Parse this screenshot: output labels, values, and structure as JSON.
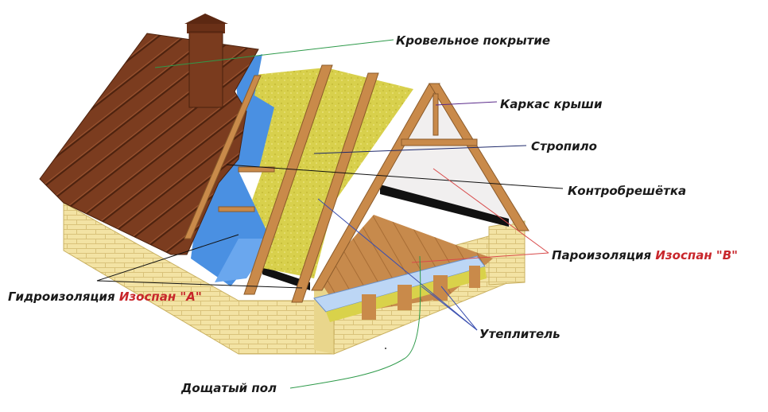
{
  "labels": {
    "roof_covering": "Кровельное покрытие",
    "roof_frame": "Каркас крыши",
    "rafter": "Стропило",
    "counter_batten": "Контробрешётка",
    "vapor_barrier_prefix": "Пароизоляция",
    "vapor_barrier_brand": "Изоспан \"В\"",
    "waterproofing_prefix": "Гидроизоляция",
    "waterproofing_brand": "Изоспан \"А\"",
    "insulation": "Утеплитель",
    "plank_floor": "Дощатый пол"
  },
  "colors": {
    "label_text": "#1a1a1a",
    "brand_accent": "#c8262b",
    "leader_green": "#2e9a4a",
    "leader_purple": "#5a2a8a",
    "leader_navy": "#1f2a6b",
    "leader_red": "#d84a4a",
    "leader_black": "#111111",
    "leader_blue": "#3a4fb0",
    "roof_tile": "#7a3b1e",
    "brick": "#f2e2a0",
    "wood": "#c98a4a",
    "insulation": "#d9d24a",
    "membrane_blue": "#4a8fe0"
  }
}
